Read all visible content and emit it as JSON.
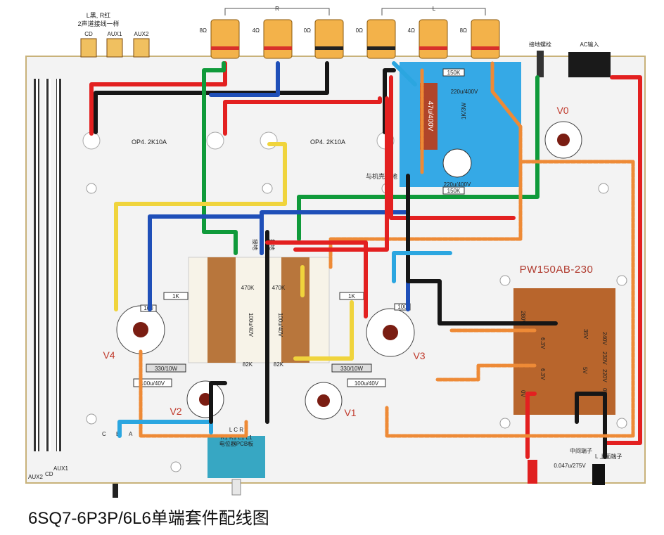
{
  "title": "6SQ7-6P3P/6L6单端套件配线图",
  "speaker": {
    "channel_r": "R",
    "channel_l": "L",
    "imp_r": [
      "8Ω",
      "4Ω",
      "0Ω"
    ],
    "imp_l": [
      "0Ω",
      "4Ω",
      "8Ω"
    ]
  },
  "input": {
    "note": "L黑, R红",
    "note2": "2声道接线一样",
    "cd": "CD",
    "aux1": "AUX1",
    "aux2": "AUX2",
    "aux1_bottom": "AUX1",
    "aux2_bottom": "AUX2",
    "cd_bottom": "CD"
  },
  "opt_left": "OP4. 2K10A",
  "opt_right": "OP4. 2K10A",
  "ground_post": "接地螺栓",
  "ac_input": "AC输入",
  "chassis_ground": "与机壳接地",
  "psu": {
    "cap_main": "47u/400V",
    "cap_top": "220u/400V",
    "cap_bottom": "220u/400V",
    "res_top": "150K",
    "res_bottom": "150K",
    "res_side": "1K/3W"
  },
  "tubes": {
    "v0": "V0",
    "v1": "V1",
    "v2": "V2",
    "v3": "V3",
    "v4": "V4"
  },
  "amp": {
    "res_1k_left": "1K",
    "res_1k_right": "1K",
    "res_100_left": "100",
    "res_100_right": "100",
    "res_330_left": "330/10W",
    "res_330_right": "330/10W",
    "cap_100_left": "100u/40V",
    "cap_100_right": "100u/40V",
    "res_470k_left": "470K",
    "res_470k_right": "470K",
    "res_82k_left": "82K",
    "res_82k_right": "82K",
    "cap_v_left": "100u/40V",
    "cap_v_right": "100u/40V",
    "label_gnd1": "接地",
    "label_gnd2": "接地"
  },
  "pot_board": "电位器PCB板",
  "pot_ch": "L C R",
  "pot_labels": "R1 R1 L1 L1",
  "selector": {
    "c": "C",
    "b": "B",
    "a": "A"
  },
  "transformer": {
    "name": "PW150AB-230",
    "taps_left": [
      "280V",
      "6.3V",
      "6.3V",
      "0V"
    ],
    "taps_right": [
      "35V",
      "240V",
      "230V",
      "220V",
      "0V"
    ],
    "tap_5v": "5V"
  },
  "bottom_right": {
    "label_n": "中间端子",
    "label_f": "L 上面端子",
    "cap": "0.047u/275V"
  },
  "colors": {
    "red": "#e32020",
    "black": "#161616",
    "blue": "#1f4fb8",
    "light_blue": "#2ba6e0",
    "green": "#0f9a3a",
    "yellow": "#f0d43c",
    "orange": "#ee8a36",
    "psu_board": "#35a9e6",
    "transformer": "#b8652c",
    "chassis": "#f1f1f1"
  }
}
